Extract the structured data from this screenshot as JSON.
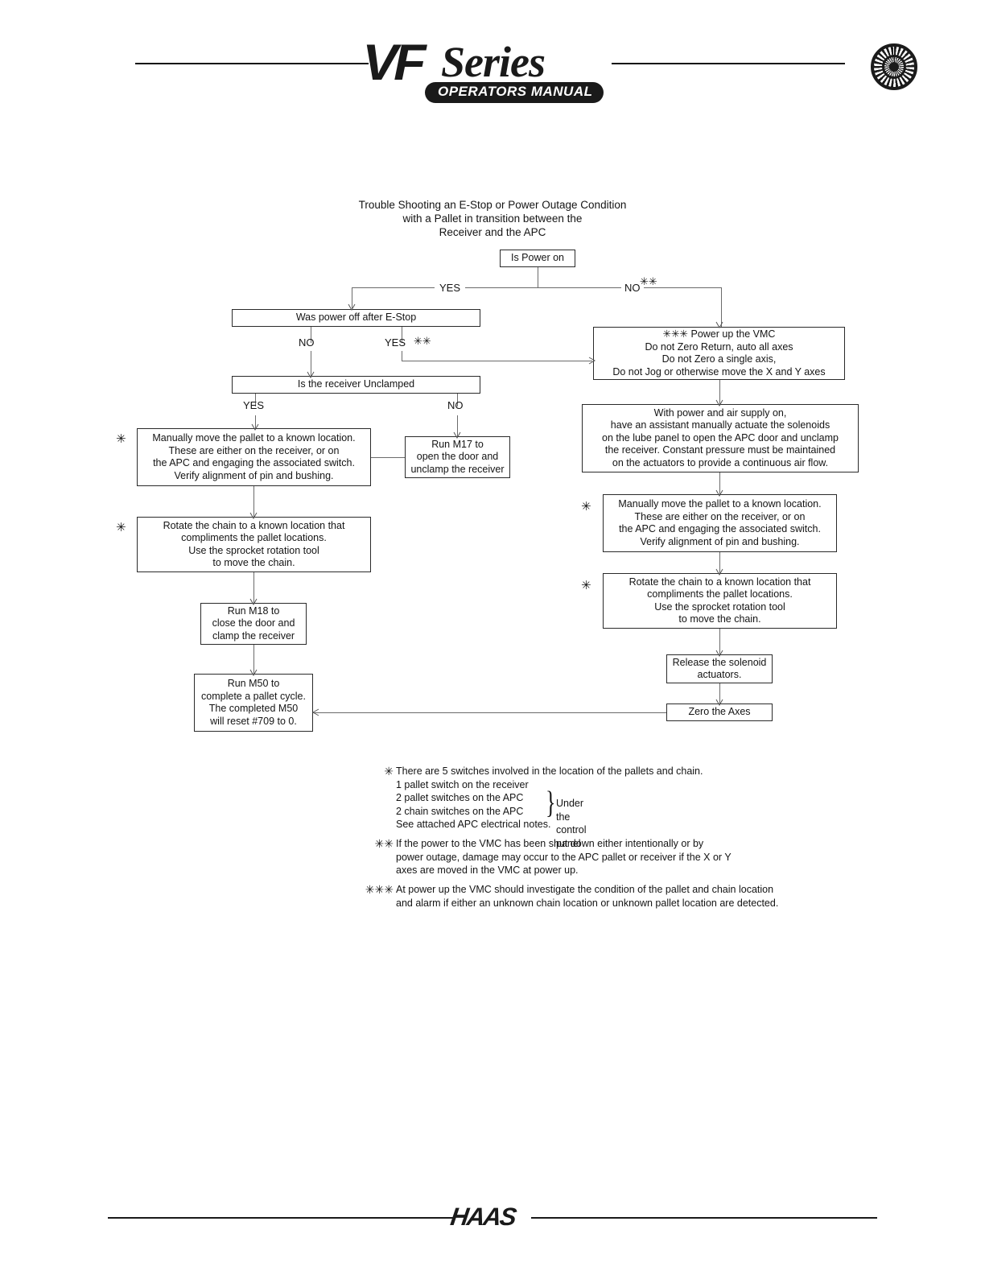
{
  "header": {
    "logo_primary": "VF",
    "logo_series": "Series",
    "logo_subtitle": "OPERATORS MANUAL",
    "corner_icon": "haas-wheel-icon"
  },
  "flowchart": {
    "title_lines": [
      "Trouble Shooting an E-Stop or Power Outage Condition",
      "with a Pallet in transition between the",
      "Receiver and the APC"
    ],
    "nodes": {
      "is_power_on": [
        "Is Power on"
      ],
      "was_power_off": [
        "Was power off after E-Stop"
      ],
      "is_receiver_unclamped": [
        "Is the receiver Unclamped"
      ],
      "power_up_vmc": [
        "✳✳✳    Power up the VMC",
        "Do not Zero Return, auto all axes",
        "Do not Zero a single axis,",
        "Do not Jog or otherwise move the X and Y axes"
      ],
      "manual_move_left": [
        "Manually move the pallet to a known location.",
        "These are either on the receiver, or on",
        "the APC and engaging the associated switch.",
        "Verify alignment of pin and bushing."
      ],
      "run_m17": [
        "Run M17 to",
        "open the door and",
        "unclamp the receiver"
      ],
      "rotate_chain_left": [
        "Rotate the chain to a known location that",
        "compliments the pallet locations.",
        "Use the sprocket rotation tool",
        "to move the chain."
      ],
      "run_m18": [
        "Run M18 to",
        "close the door and",
        "clamp the receiver"
      ],
      "run_m50": [
        "Run M50 to",
        "complete a pallet cycle.",
        "The completed M50",
        "will reset #709 to 0."
      ],
      "air_supply": [
        "With power and air supply on,",
        "have an assistant manually actuate the solenoids",
        "on the lube panel to open the APC door and unclamp",
        "the receiver. Constant pressure must be maintained",
        "on the actuators to provide a continuous air flow."
      ],
      "manual_move_right": [
        "Manually move the pallet to a known location.",
        "These are either on the receiver, or on",
        "the APC and engaging the associated switch.",
        "Verify alignment of pin and bushing."
      ],
      "rotate_chain_right": [
        "Rotate the chain to a known location that",
        "compliments the pallet locations.",
        "Use the sprocket rotation tool",
        "to move the chain."
      ],
      "release_solenoid": [
        "Release the solenoid",
        "actuators."
      ],
      "zero_axes": [
        "Zero the Axes"
      ]
    },
    "edge_labels": {
      "power_yes": "YES",
      "power_no": "NO",
      "power_no_mark": "✳✳",
      "estop_no": "NO",
      "estop_yes": "YES",
      "estop_yes_mark": "✳✳",
      "unclamped_yes": "YES",
      "unclamped_no": "NO"
    },
    "star_markers": {
      "single": "✳"
    }
  },
  "notes": [
    {
      "marker": "✳",
      "lines": [
        "There are 5 switches involved in the location of the pallets and chain.",
        "1 pallet switch on the receiver",
        "2 pallet switches on the APC",
        "2 chain switches on the APC",
        "See attached APC electrical notes."
      ],
      "side_label": "Under the control panel"
    },
    {
      "marker": "✳✳",
      "lines": [
        "If the power to the VMC has been shut down either intentionally or by",
        "power outage, damage may occur to the APC pallet or receiver if the X or Y",
        "axes are moved in the VMC at power up."
      ]
    },
    {
      "marker": "✳✳✳",
      "lines": [
        "At power up the VMC should investigate the condition of the pallet and chain location",
        "and alarm if either an unknown chain location or unknown pallet location are detected."
      ]
    }
  ],
  "footer": {
    "logo": "HAAS"
  }
}
